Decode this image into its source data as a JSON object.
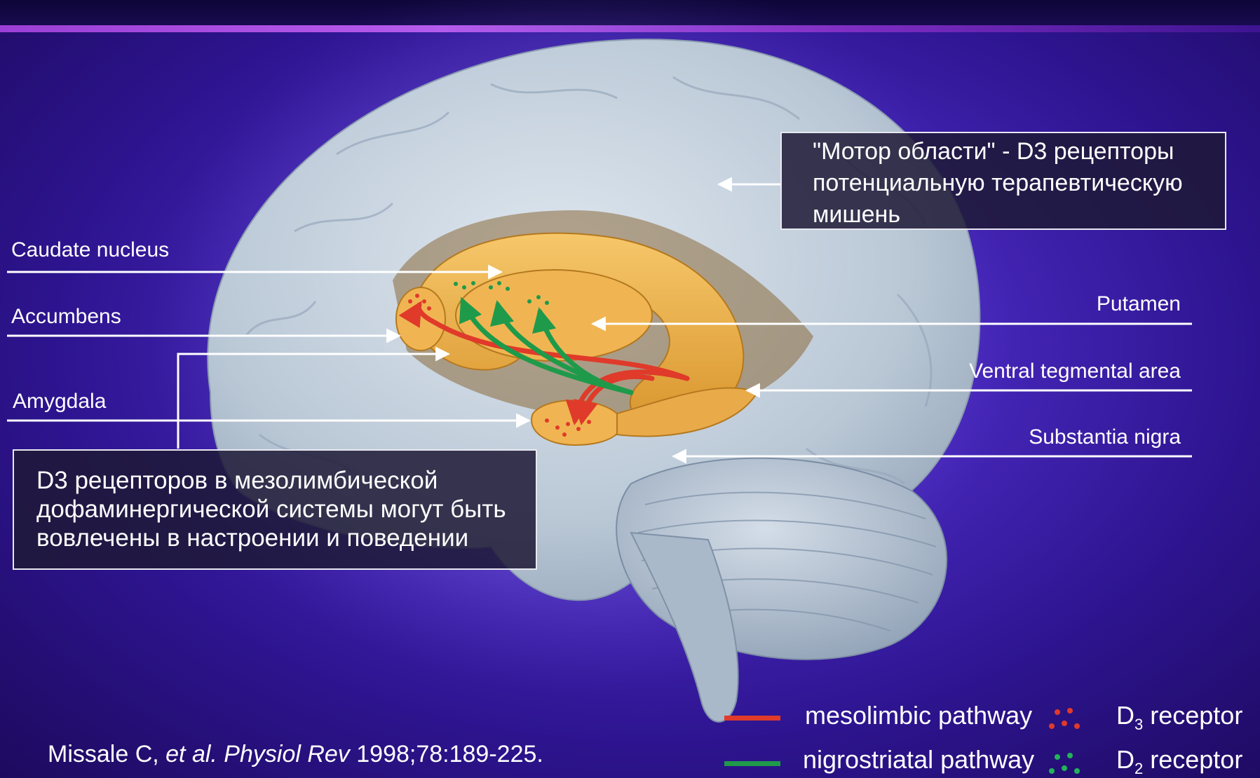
{
  "callouts": {
    "motor": [
      "\"Мотор области\" - D3 рецепторы",
      "потенциальную терапевтическую",
      "мишень"
    ],
    "mesolimbic": [
      "D3 рецепторов в мезолимбической",
      "дофаминергической системы могут быть",
      "вовлечены в настроении и поведении"
    ]
  },
  "labels": {
    "caudate": "Caudate nucleus",
    "accumbens": "Accumbens",
    "amygdala": "Amygdala",
    "putamen": "Putamen",
    "vta": "Ventral tegmental area",
    "substantia": "Substantia nigra"
  },
  "legend": {
    "mesolimbic": "mesolimbic pathway",
    "nigrostriatal": "nigrostriatal pathway",
    "d3_prefix": "D",
    "d3_sub": "3",
    "d3_suffix": " receptor",
    "d2_prefix": "D",
    "d2_sub": "2",
    "d2_suffix": " receptor",
    "colors": {
      "mesolimbic": "#e03a2a",
      "nigrostriatal": "#1f9a4a"
    }
  },
  "reference": {
    "line1_author": "Missale C, ",
    "line1_etal": "et al. Physiol Rev",
    "line1_rest": " 1998;78:189-225."
  }
}
